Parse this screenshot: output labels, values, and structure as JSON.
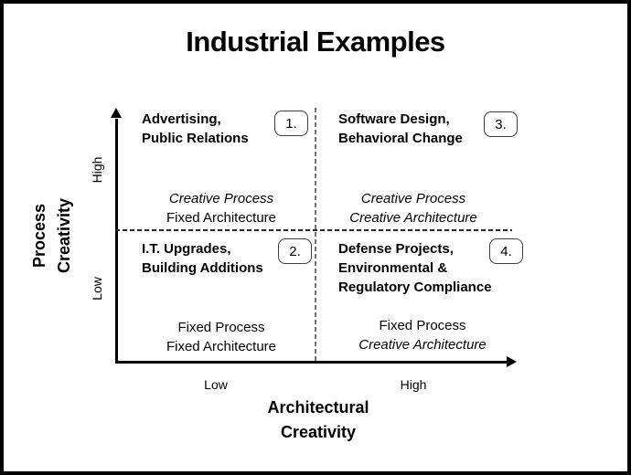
{
  "title": "Industrial Examples",
  "y_axis": {
    "label": "Process\nCreativity",
    "high_tick": "High",
    "low_tick": "Low"
  },
  "x_axis": {
    "label": "Architectural\nCreativity",
    "low_tick": "Low",
    "high_tick": "High"
  },
  "quadrants": {
    "top_left": {
      "number": "1.",
      "title": "Advertising,\nPublic Relations",
      "desc_line1": "Creative Process",
      "desc_line2": "Fixed Architecture"
    },
    "top_right": {
      "number": "3.",
      "title": "Software Design,\nBehavioral Change",
      "desc_line1": "Creative Process",
      "desc_line2": "Creative Architecture"
    },
    "bottom_left": {
      "number": "2.",
      "title": "I.T. Upgrades,\nBuilding Additions",
      "desc_line1": "Fixed Process",
      "desc_line2": "Fixed Architecture"
    },
    "bottom_right": {
      "number": "4.",
      "title": "Defense Projects,\nEnvironmental &\nRegulatory Compliance",
      "desc_line1": "Fixed Process",
      "desc_line2": "Creative Architecture"
    }
  },
  "colors": {
    "text": "#000000",
    "background": "#ffffff",
    "frame": "#000000",
    "axis": "#000000",
    "divider_vertical": "#737373",
    "divider_horizontal": "#262626",
    "badge_border": "#3d3d3d"
  }
}
